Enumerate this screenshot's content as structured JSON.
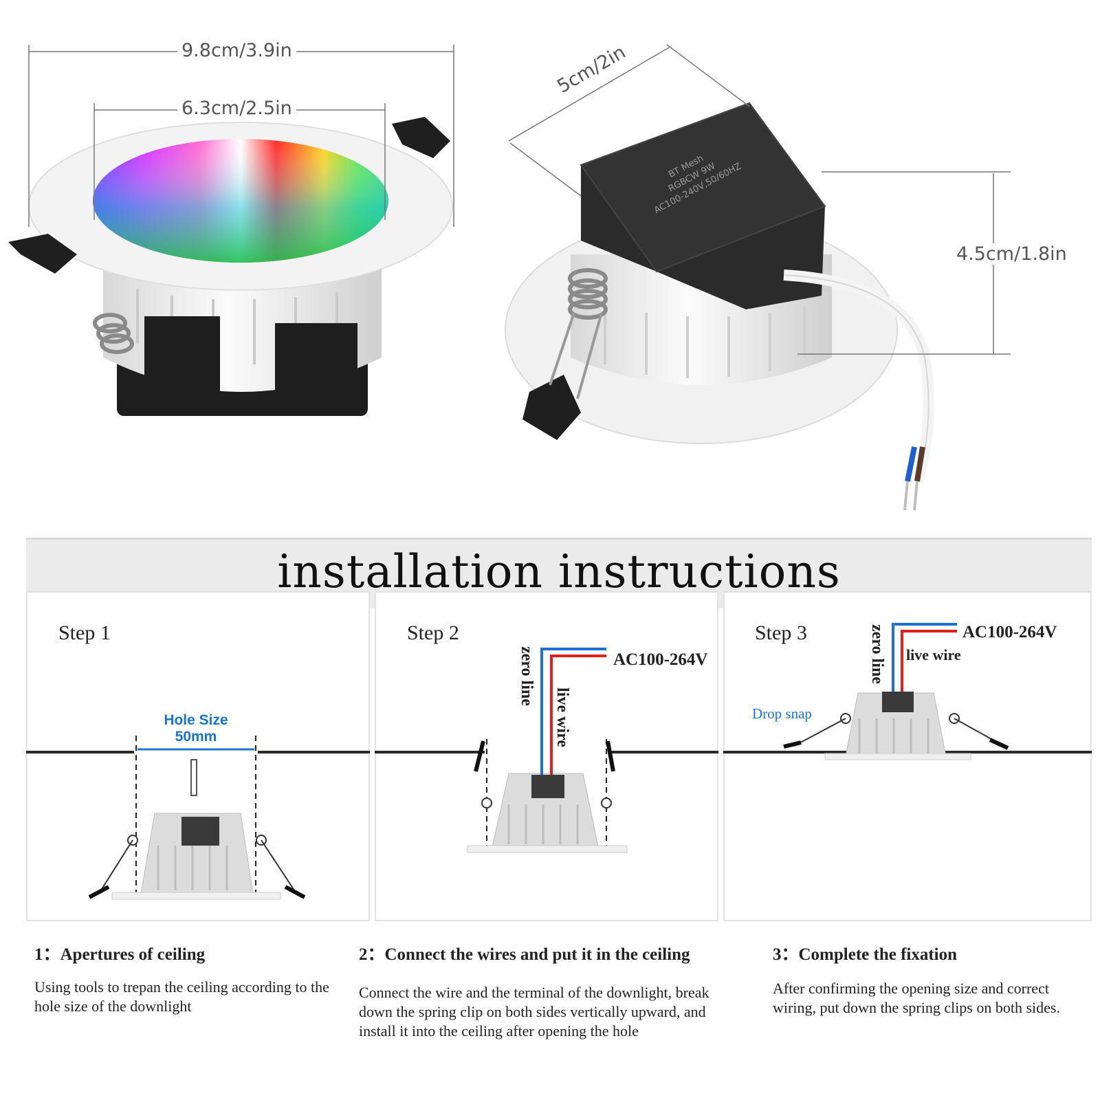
{
  "product": {
    "outer_diameter": "9.8cm/3.9in",
    "inner_diameter": "6.3cm/2.5in",
    "driver_width": "5cm/2in",
    "height": "4.5cm/1.8in",
    "driver_label": [
      "BT Mesh",
      "RGBCW 9W",
      "AC100-240V,50/60HZ"
    ]
  },
  "banner": {
    "title": "installation instructions"
  },
  "steps": [
    {
      "label": "Step 1",
      "hole_size": "Hole Size",
      "hole_value": "50mm",
      "caption_title": "1：Apertures of ceiling",
      "caption_body": "Using  tools to trepan the ceiling according to the hole size of the downlight"
    },
    {
      "label": "Step 2",
      "zero_line": "zero line",
      "live_wire": "live wire",
      "voltage": "AC100-264V",
      "caption_title": "2：Connect the wires and put it in  the ceiling",
      "caption_body": "Connect the wire and the terminal of the downlight, break down the  spring clip on both sides vertically upward, and install it into the ceiling after opening the hole"
    },
    {
      "label": "Step 3",
      "zero_line": "zero line",
      "live_wire": "live wire",
      "voltage": "AC100-264V",
      "drop_snap": "Drop snap",
      "caption_title": "3：Complete the fixation",
      "caption_body": "After confirming the opening size and correct wiring, put down the spring clips on both sides."
    }
  ],
  "colors": {
    "zero_line": "#1e6fd6",
    "live_wire": "#e02020",
    "hole_size": "#1a74d0",
    "driver": "#2b2b2b"
  }
}
